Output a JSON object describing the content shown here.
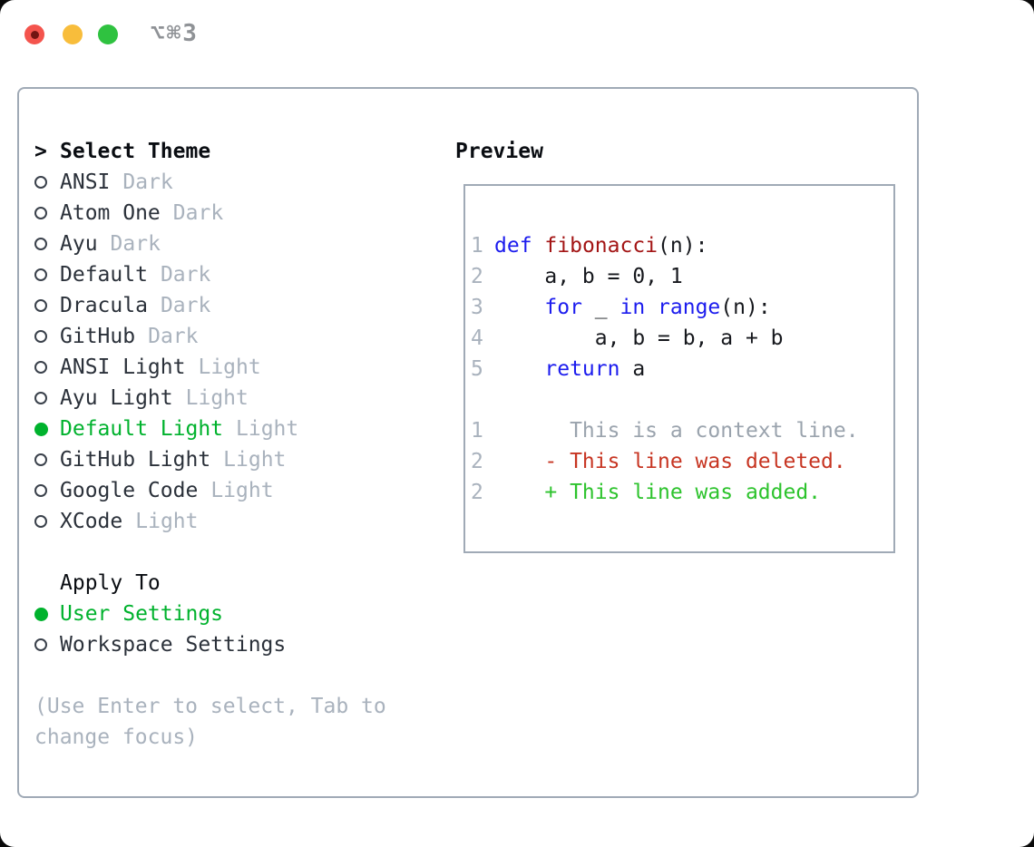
{
  "titlebar": {
    "shortcut": "⌥⌘3"
  },
  "theme_picker": {
    "prompt": ">",
    "title": "Select Theme",
    "items": [
      {
        "name": "ANSI",
        "variant": "Dark",
        "selected": false
      },
      {
        "name": "Atom One",
        "variant": "Dark",
        "selected": false
      },
      {
        "name": "Ayu",
        "variant": "Dark",
        "selected": false
      },
      {
        "name": "Default",
        "variant": "Dark",
        "selected": false
      },
      {
        "name": "Dracula",
        "variant": "Dark",
        "selected": false
      },
      {
        "name": "GitHub",
        "variant": "Dark",
        "selected": false
      },
      {
        "name": "ANSI Light",
        "variant": "Light",
        "selected": false
      },
      {
        "name": "Ayu Light",
        "variant": "Light",
        "selected": false
      },
      {
        "name": "Default Light",
        "variant": "Light",
        "selected": true
      },
      {
        "name": "GitHub Light",
        "variant": "Light",
        "selected": false
      },
      {
        "name": "Google Code",
        "variant": "Light",
        "selected": false
      },
      {
        "name": "XCode",
        "variant": "Light",
        "selected": false
      }
    ]
  },
  "apply_to": {
    "title": "Apply To",
    "options": [
      {
        "label": "User Settings",
        "selected": true
      },
      {
        "label": "Workspace Settings",
        "selected": false
      }
    ]
  },
  "footer_hint": "(Use Enter to select, Tab to change focus)",
  "preview": {
    "title": "Preview",
    "code_lines": [
      {
        "num": "1",
        "segments": [
          {
            "t": "def",
            "c": "kw"
          },
          {
            "t": " "
          },
          {
            "t": "fibonacci",
            "c": "fn"
          },
          {
            "t": "(n):"
          }
        ]
      },
      {
        "num": "2",
        "segments": [
          {
            "t": "    a, b = 0, 1"
          }
        ]
      },
      {
        "num": "3",
        "segments": [
          {
            "t": "    "
          },
          {
            "t": "for",
            "c": "kw"
          },
          {
            "t": " _ "
          },
          {
            "t": "in",
            "c": "kw"
          },
          {
            "t": " "
          },
          {
            "t": "range",
            "c": "kw"
          },
          {
            "t": "(n):"
          }
        ]
      },
      {
        "num": "4",
        "segments": [
          {
            "t": "        a, b = b, a + b"
          }
        ]
      },
      {
        "num": "5",
        "segments": [
          {
            "t": "    "
          },
          {
            "t": "return",
            "c": "kw"
          },
          {
            "t": " a"
          }
        ]
      }
    ],
    "diff_lines": [
      {
        "num": "1",
        "kind": "context",
        "text": "      This is a context line."
      },
      {
        "num": "2",
        "kind": "deleted",
        "text": "    - This line was deleted."
      },
      {
        "num": "2",
        "kind": "added",
        "text": "    + This line was added."
      }
    ]
  },
  "colors": {
    "selection_green": "#00b22d",
    "diff_added_green": "#2dc32d",
    "diff_deleted_red": "#c73522",
    "keyword_blue": "#1c1cee",
    "function_red": "#a31515",
    "muted_gray": "#a9b2bd",
    "text_dark": "#2b313a",
    "border_gray": "#a0aab6",
    "traffic_red": "#f4544d",
    "traffic_yellow": "#f8bd3b",
    "traffic_green": "#2fc240"
  }
}
